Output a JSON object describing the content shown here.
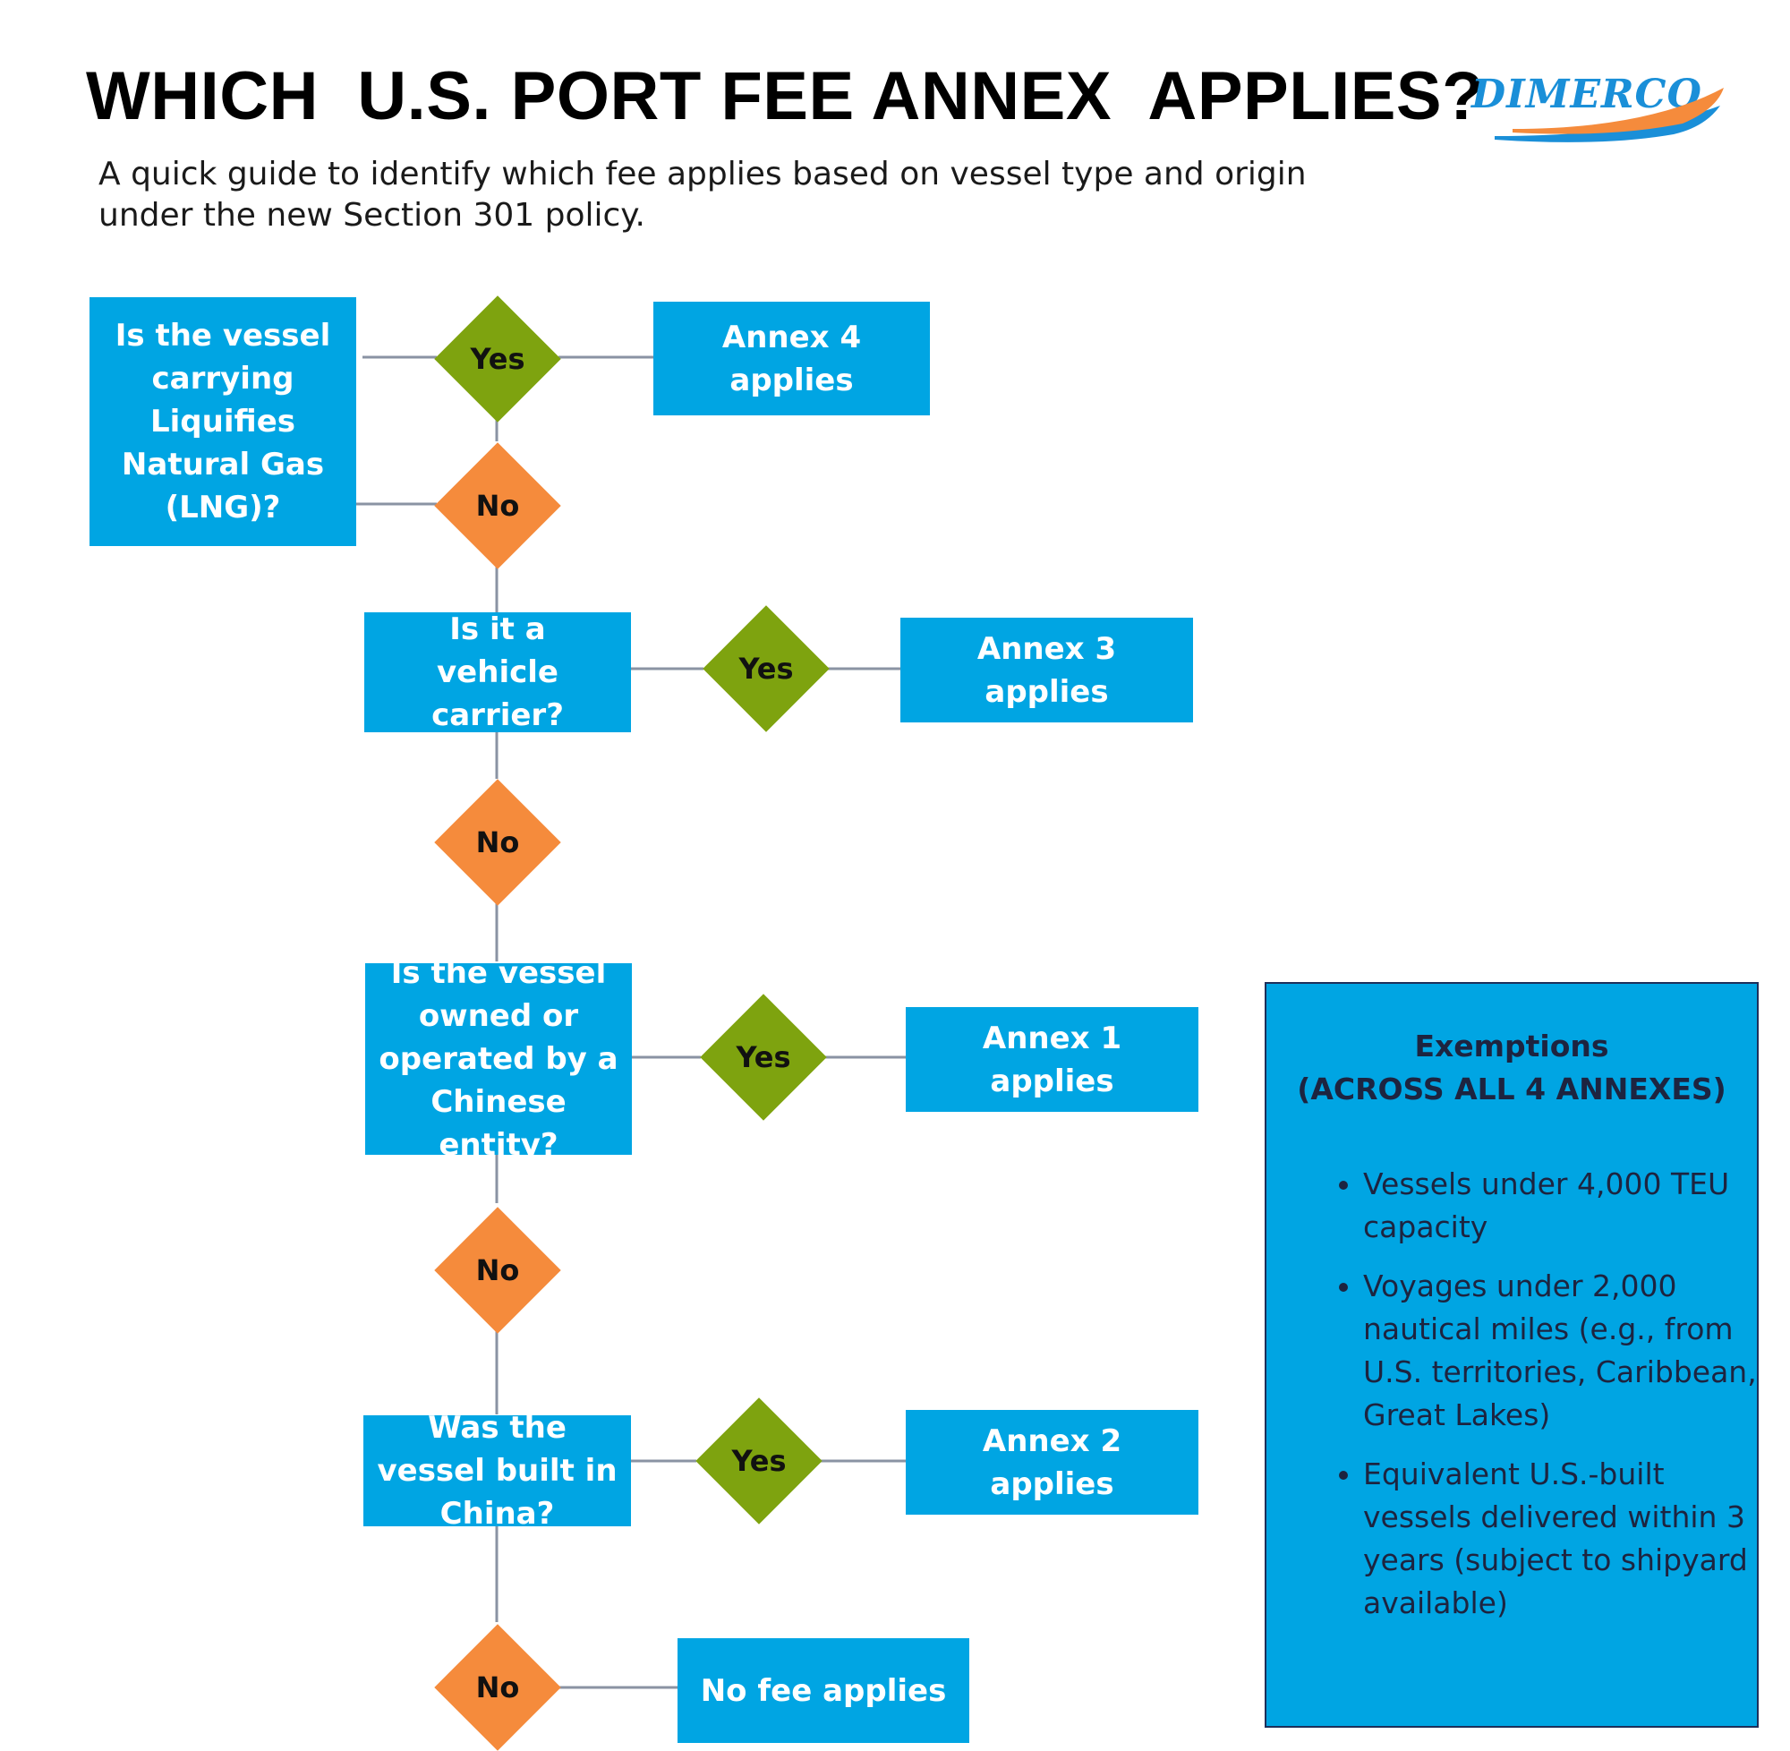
{
  "header": {
    "title": "WHICH  U.S. PORT FEE ANNEX  APPLIES?",
    "subtitle": "A quick guide to identify which fee applies based on vessel type and origin under the new Section 301 policy.",
    "logo_text": "DIMERCO"
  },
  "flow": {
    "q1": "Is the vessel carrying Liquifies Natural Gas (LNG)?",
    "q2": "Is it a vehicle carrier?",
    "q3": "Is the vessel owned or operated by a Chinese entity?",
    "q4": "Was the vessel built in China?",
    "yes": "Yes",
    "no": "No",
    "r1": "Annex 4 applies",
    "r2": "Annex 3 applies",
    "r3": "Annex 1 applies",
    "r4": "Annex 2 applies",
    "r5": "No fee applies"
  },
  "exemptions": {
    "title": "Exemptions",
    "subtitle": "(ACROSS  ALL 4 ANNEXES)",
    "items": [
      "Vessels under 4,000 TEU capacity",
      "Voyages under 2,000 nautical miles (e.g., from U.S. territories, Caribbean, Great Lakes)",
      "Equivalent U.S.-built vessels delivered within 3 years (subject to shipyard available)"
    ]
  },
  "colors": {
    "box": "#00a5e3",
    "yes": "#7ea30f",
    "no": "#f58b3c",
    "connector": "#8a93a3",
    "exemption_border": "#1d2f5a"
  }
}
